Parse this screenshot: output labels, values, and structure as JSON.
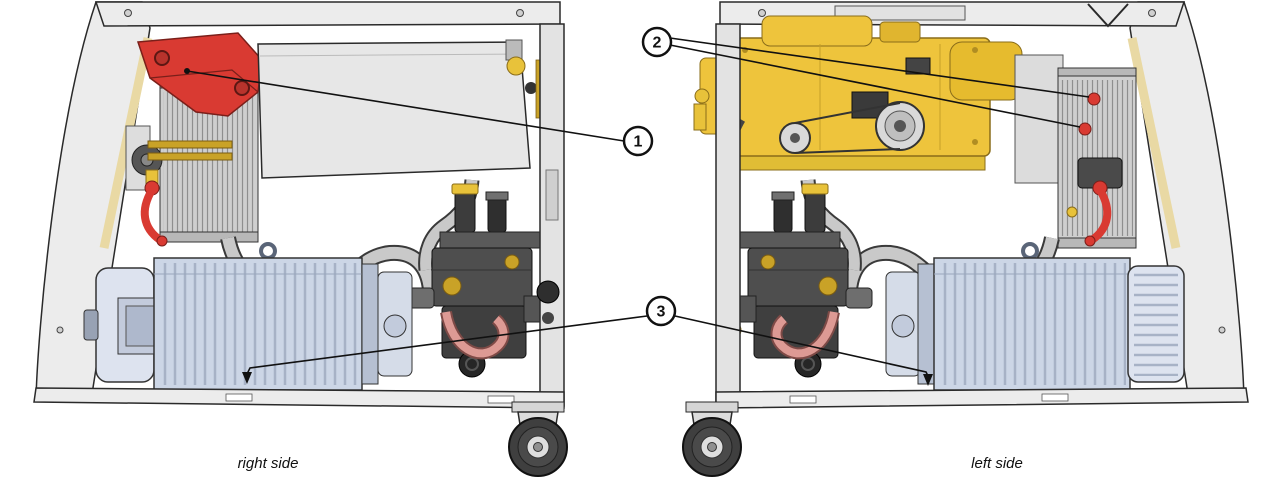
{
  "figure": {
    "captions": {
      "right_view": "right side",
      "left_view": "left side"
    },
    "callouts": [
      {
        "label": "1"
      },
      {
        "label": "2"
      },
      {
        "label": "3"
      }
    ]
  },
  "colors": {
    "highlight_red": "#d93a32",
    "engine_yellow": "#eec43c",
    "motor_blue": "#ccd6e6",
    "hose_pink": "#dd9a94",
    "frame_gray": "#ececec",
    "line_dark": "#1a1a1a"
  }
}
